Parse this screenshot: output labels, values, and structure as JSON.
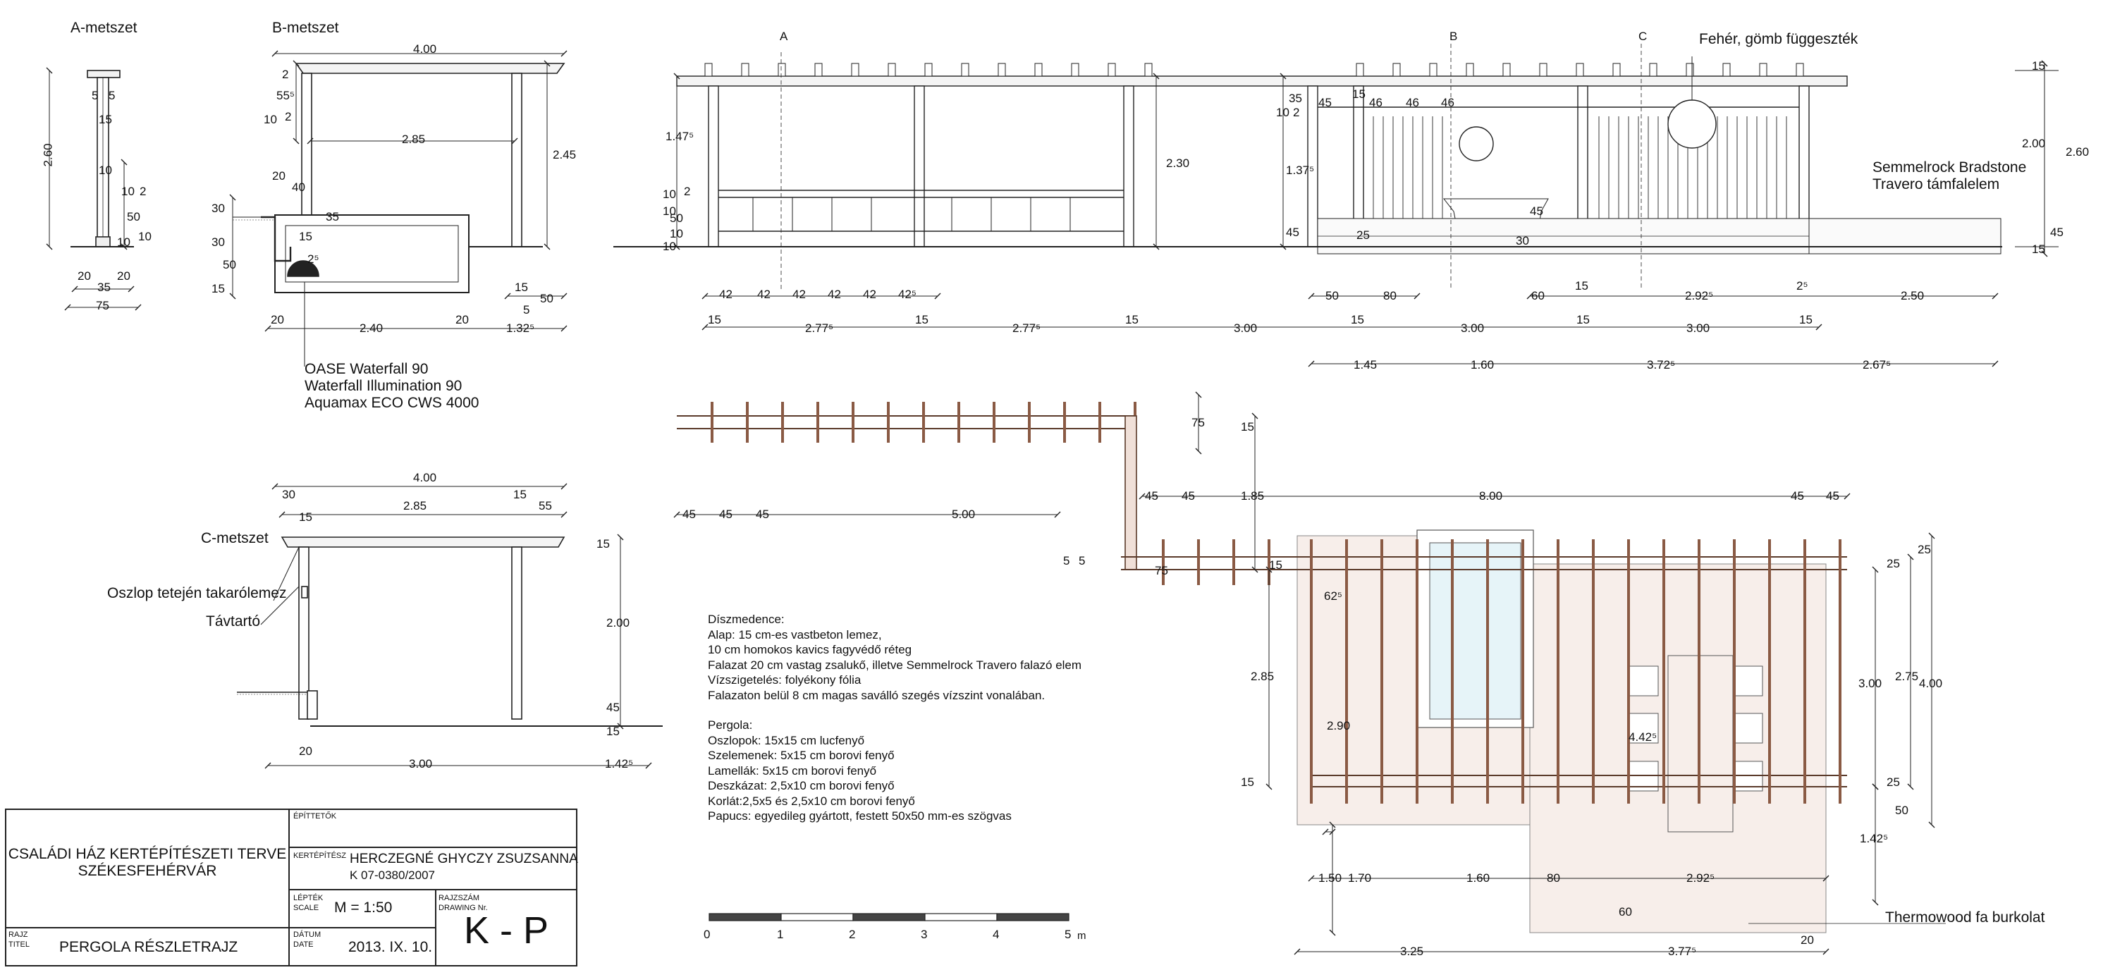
{
  "sections": {
    "a": "A-metszet",
    "b": "B-metszet",
    "c": "C-metszet"
  },
  "cut_markers": [
    "A",
    "B",
    "C"
  ],
  "annotations": {
    "pendant": "Fehér, gömb függeszték",
    "wall_1": "Semmelrock Bradstone",
    "wall_2": "Travero támfalelem",
    "pump_1": "OASE Waterfall 90",
    "pump_2": "Waterfall Illumination 90",
    "pump_3": "Aquamax ECO CWS 4000",
    "post_cover": "Oszlop tetején takarólemez",
    "spacer": "Távtartó",
    "decking": "Thermowood fa burkolat"
  },
  "notes": {
    "pond_title": "Díszmedence:",
    "pond": [
      "Alap: 15 cm-es vastbeton lemez,",
      "10 cm homokos kavics fagyvédő réteg",
      "Falazat 20 cm vastag zsalukő, illetve Semmelrock Travero falazó elem",
      "Vízszigetelés: folyékony fólia",
      "Falazaton belül 8 cm magas saválló szegés vízszint vonalában."
    ],
    "pergola_title": "Pergola:",
    "pergola": [
      "Oszlopok: 15x15 cm lucfenyő",
      "Szelemenek: 5x15 cm borovi fenyő",
      "Lamellák: 5x15 cm borovi fenyő",
      "Deszkázat: 2,5x10 cm borovi fenyő",
      "Korlát:2,5x5 és 2,5x10 cm borovi fenyő",
      "Papucs: egyedileg gyártott, festett 50x50 mm-es szögvas"
    ]
  },
  "dims": {
    "a_260": "2.60",
    "a_5a": "5",
    "a_5b": "5",
    "a_15": "15",
    "a_10a": "10",
    "a_10b": "10",
    "a_2": "2",
    "a_50": "50",
    "a_10c": "10",
    "a_10d": "10",
    "a_20a": "20",
    "a_20b": "20",
    "a_35": "35",
    "a_75": "75",
    "b_400": "4.00",
    "b_2": "2",
    "b_55": "55⁵",
    "b_10": "10",
    "b_2b": "2",
    "b_285": "2.85",
    "b_245": "2.45",
    "b_20": "20",
    "b_40": "40",
    "b_30a": "30",
    "b_35": "35",
    "b_30b": "30",
    "b_50": "50",
    "b_15": "15",
    "b_15b": "15",
    "b_2c": "2⁵",
    "b_b20a": "20",
    "b_240": "2.40",
    "b_b20b": "20",
    "b_132": "1.32⁵",
    "b_15r": "15",
    "b_50r": "50",
    "b_5r": "5",
    "c_400": "4.00",
    "c_30": "30",
    "c_285": "2.85",
    "c_15a": "15",
    "c_55": "55",
    "c_15b": "15",
    "c_15r": "15",
    "c_200": "2.00",
    "c_45": "45",
    "c_15c": "15",
    "c_20": "20",
    "c_300": "3.00",
    "c_142": "1.42⁵",
    "e_147": "1.47⁵",
    "e_10a": "10",
    "e_2a": "2",
    "e_10b": "10",
    "e_50": "50",
    "e_10c": "10",
    "e_10d": "10",
    "e_230": "2.30",
    "e_l1": "42",
    "e_l2": "42",
    "e_l3": "42",
    "e_l4": "42",
    "e_l5": "42",
    "e_l6": "42⁵",
    "e_15a": "15",
    "e_277a": "2.77⁵",
    "e_15b": "15",
    "e_277b": "2.77⁵",
    "e_15c": "15",
    "e_300a": "3.00",
    "e_15d": "15",
    "e_300b": "3.00",
    "e_15e": "15",
    "e_300c": "3.00",
    "e_15f": "15",
    "e_10e": "10",
    "e_35": "35",
    "e_2b": "2",
    "e_137": "1.37⁵",
    "e_45a": "45",
    "e_45b": "45",
    "e_30": "30",
    "e_25": "25",
    "e_45c": "45",
    "e_r45": "45",
    "e_r15": "15",
    "e_r46a": "46",
    "e_r46b": "46",
    "e_r46c": "46",
    "e_50b": "50",
    "e_80": "80",
    "e_60": "60",
    "e_292": "2.92⁵",
    "e_250": "2.50",
    "e_15g": "15",
    "e_2c": "2⁵",
    "e_145": "1.45",
    "e_160": "1.60",
    "e_372": "3.72⁵",
    "e_267": "2.67⁵",
    "e_rr15a": "15",
    "e_rr200": "2.00",
    "e_rr260": "2.60",
    "e_rr15b": "15",
    "e_rr45": "45",
    "p_75": "75",
    "p_15": "15",
    "p_45a": "45",
    "p_45b": "45",
    "p_45c": "45",
    "p_500": "5.00",
    "p_45d": "45",
    "p_45e": "45",
    "p_185": "1.85",
    "p_800": "8.00",
    "p_45f": "45",
    "p_45g": "45",
    "p_5a": "5",
    "p_5b": "5",
    "p_75b": "75",
    "p_15b": "15",
    "p_62": "62⁵",
    "p_285": "2.85",
    "p_290": "2.90",
    "p_442": "4.42⁵",
    "p_15c": "15",
    "p_25a": "25",
    "p_25b": "25",
    "p_300": "3.00",
    "p_275": "2.75",
    "p_400": "4.00",
    "p_25c": "25",
    "p_50": "50",
    "p_142": "1.42⁵",
    "p_150": "1.50",
    "p_170": "1.70",
    "p_160": "1.60",
    "p_80": "80",
    "p_292": "2.92⁵",
    "p_60": "60",
    "p_325": "3.25",
    "p_377": "3.77⁵",
    "p_20": "20"
  },
  "scale_bar": {
    "ticks": [
      "0",
      "1",
      "2",
      "3",
      "4",
      "5"
    ],
    "unit": "m"
  },
  "title_block": {
    "project_line1": "CSALÁDI HÁZ KERTÉPÍTÉSZETI TERVE",
    "project_line2": "SZÉKESFEHÉRVÁR",
    "builder_label": "ÉPÍTTETŐK",
    "architect_label": "KERTÉPÍTÉSZ",
    "architect_name": "HERCZEGNÉ GHYCZY ZSUZSANNA",
    "architect_reg": "K 07-0380/2007",
    "scale_label_1": "LÉPTÉK",
    "scale_label_2": "SCALE",
    "scale_value": "M = 1:50",
    "drawing_label_1": "RAJZSZÁM",
    "drawing_label_2": "DRAWING Nr.",
    "drawing_number": "K - P",
    "title_label_1": "RAJZ",
    "title_label_2": "TITEL",
    "title_value": "PERGOLA RÉSZLETRAJZ",
    "date_label_1": "DÁTUM",
    "date_label_2": "DATE",
    "date_value": "2013. IX. 10."
  }
}
